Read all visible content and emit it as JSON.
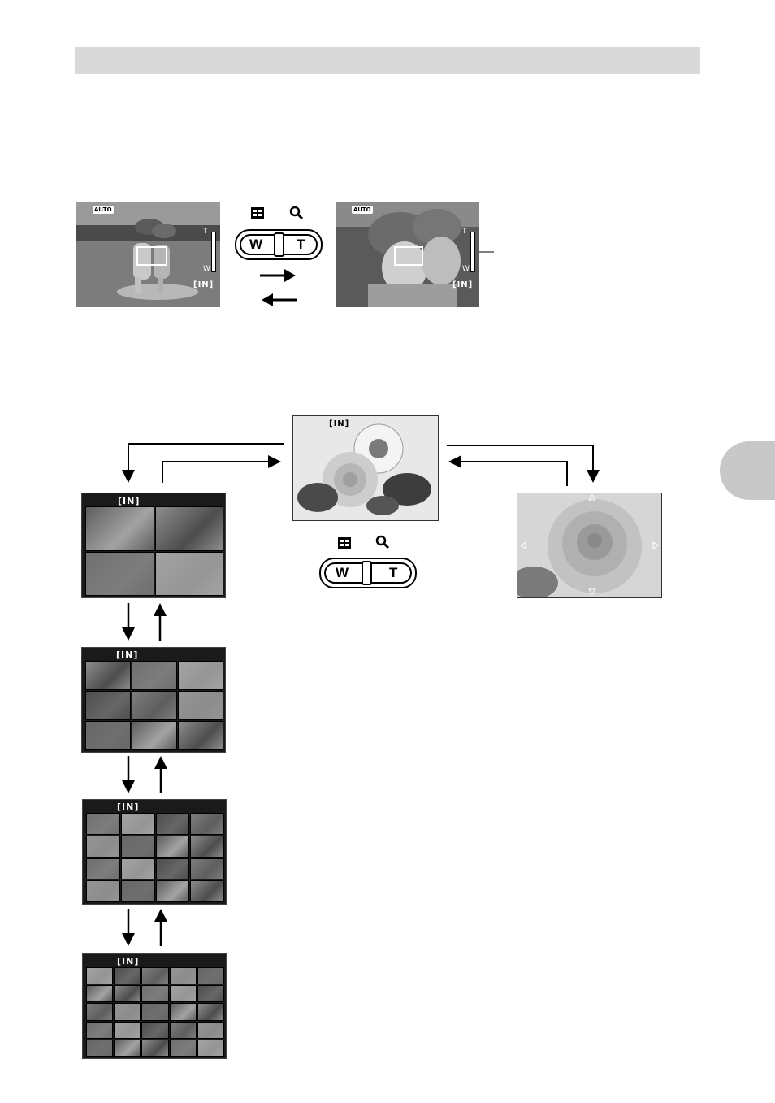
{
  "osd": {
    "mode_badge": "AUTO",
    "zoom_tele": "T",
    "zoom_wide": "W",
    "memory": "[IN]",
    "memory_spaced": "[IN]"
  },
  "lever": {
    "wide_label": "W",
    "tele_label": "T",
    "wide_icon": "index-grid-icon",
    "tele_icon": "magnify-icon"
  },
  "grids": [
    {
      "label": "[IN]",
      "cols": 2,
      "rows": 2
    },
    {
      "label": "[IN]",
      "cols": 3,
      "rows": 3
    },
    {
      "label": "[IN]",
      "cols": 4,
      "rows": 4
    },
    {
      "label": "[IN]",
      "cols": 5,
      "rows": 5
    }
  ],
  "colors": {
    "header_bar": "#d9d9d9",
    "side_tab": "#c8c8c8",
    "ink": "#000000"
  }
}
